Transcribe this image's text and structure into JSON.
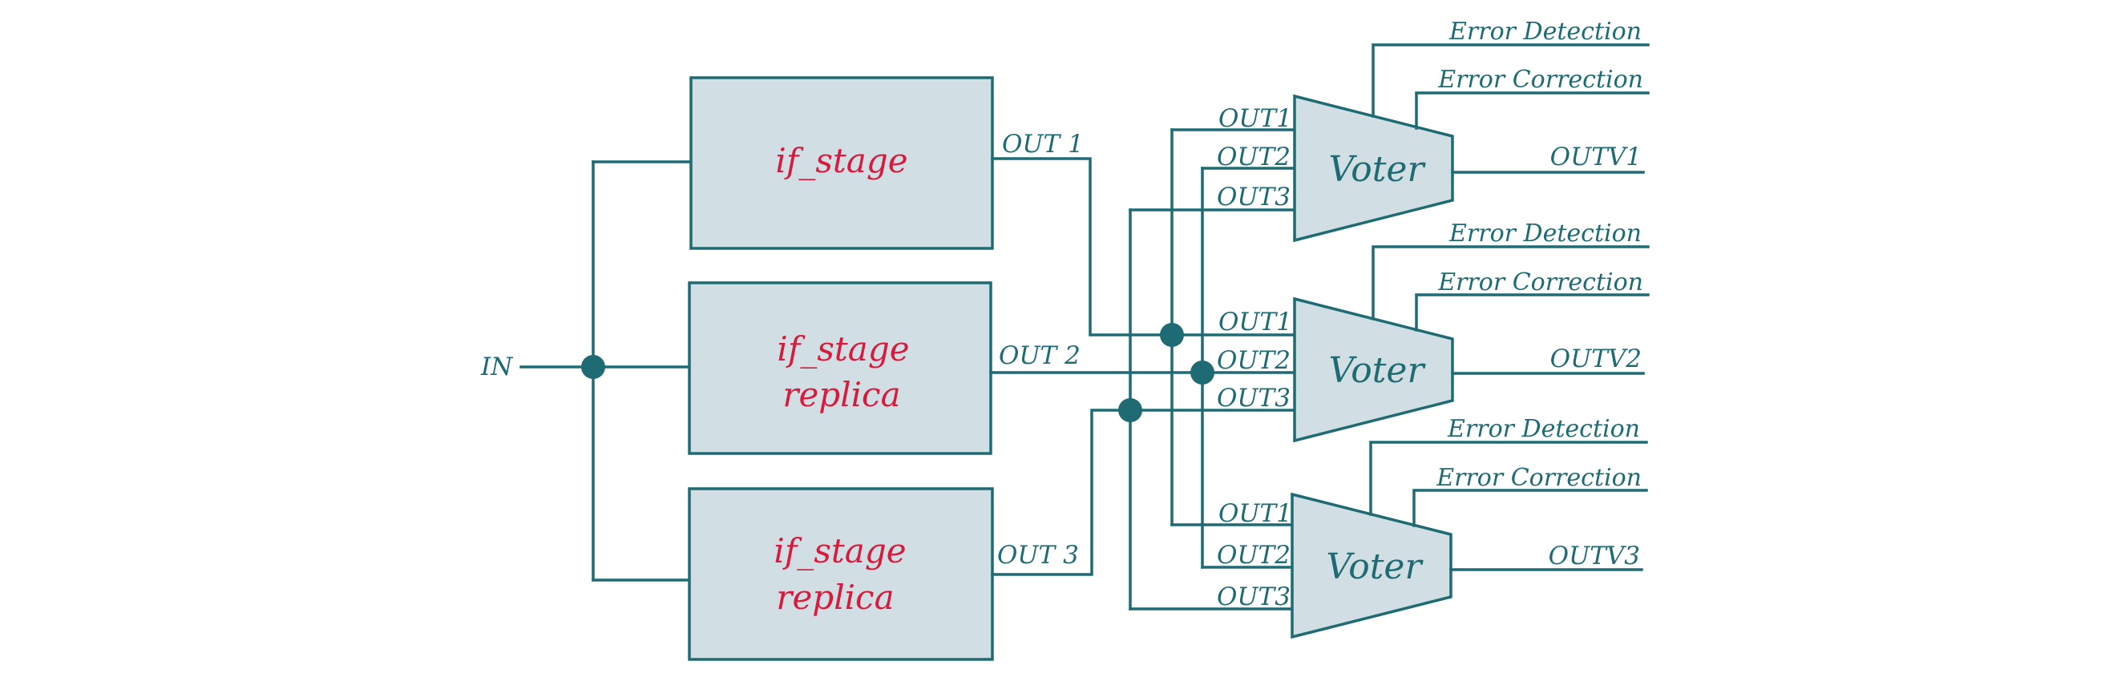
{
  "input_label": "IN",
  "stages": [
    {
      "lines": [
        "if_stage"
      ],
      "output_label": "OUT 1"
    },
    {
      "lines": [
        "if_stage",
        "replica"
      ],
      "output_label": "OUT 2"
    },
    {
      "lines": [
        "if_stage",
        "replica"
      ],
      "output_label": "OUT 3"
    }
  ],
  "voters": [
    {
      "name": "Voter",
      "inputs": [
        "OUT1",
        "OUT2",
        "OUT3"
      ],
      "output": "OUTV1",
      "error_detection": "Error Detection",
      "error_correction": "Error Correction"
    },
    {
      "name": "Voter",
      "inputs": [
        "OUT1",
        "OUT2",
        "OUT3"
      ],
      "output": "OUTV2",
      "error_detection": "Error Detection",
      "error_correction": "Error Correction"
    },
    {
      "name": "Voter",
      "inputs": [
        "OUT1",
        "OUT2",
        "OUT3"
      ],
      "output": "OUTV3",
      "error_detection": "Error Detection",
      "error_correction": "Error Correction"
    }
  ],
  "colors": {
    "wire": "#1e6b73",
    "box_fill": "#d1dfe4",
    "stage_text": "#d81b3c"
  }
}
